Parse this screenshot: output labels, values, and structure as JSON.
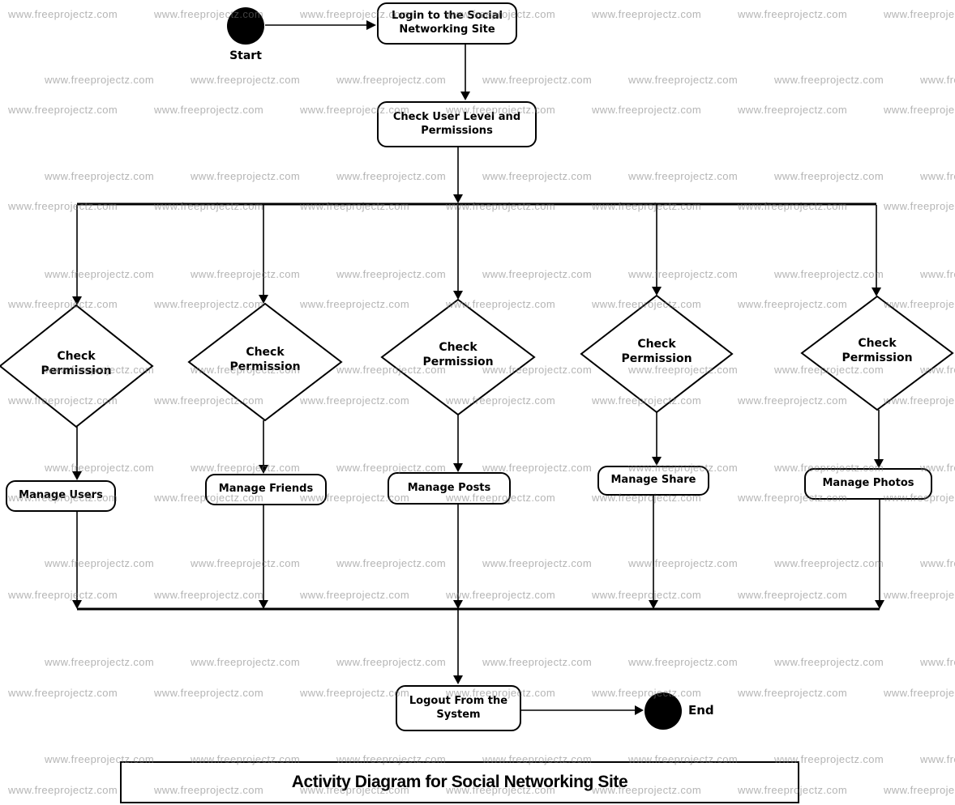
{
  "title": {
    "text": "Activity Diagram for Social Networking Site"
  },
  "watermark": {
    "text": "www.freeprojectz.com",
    "color": "rgba(118,118,118,0.55)"
  },
  "terminals": {
    "start_label": "Start",
    "end_label": "End"
  },
  "activities": {
    "login": "Login to the Social Networking Site",
    "check_user": "Check User Level and Permissions",
    "logout": "Logout From the System"
  },
  "decisions": [
    {
      "label": "Check Permission"
    },
    {
      "label": "Check Permission"
    },
    {
      "label": "Check Permission"
    },
    {
      "label": "Check Permission"
    },
    {
      "label": "Check Permission"
    }
  ],
  "actions": [
    {
      "label": "Manage Users"
    },
    {
      "label": "Manage Friends"
    },
    {
      "label": "Manage Posts"
    },
    {
      "label": "Manage Share"
    },
    {
      "label": "Manage Photos"
    }
  ],
  "colors": {
    "line": "#000000",
    "shape_border": "#000000",
    "shape_fill": "#ffffff",
    "terminal_fill": "#000000"
  }
}
